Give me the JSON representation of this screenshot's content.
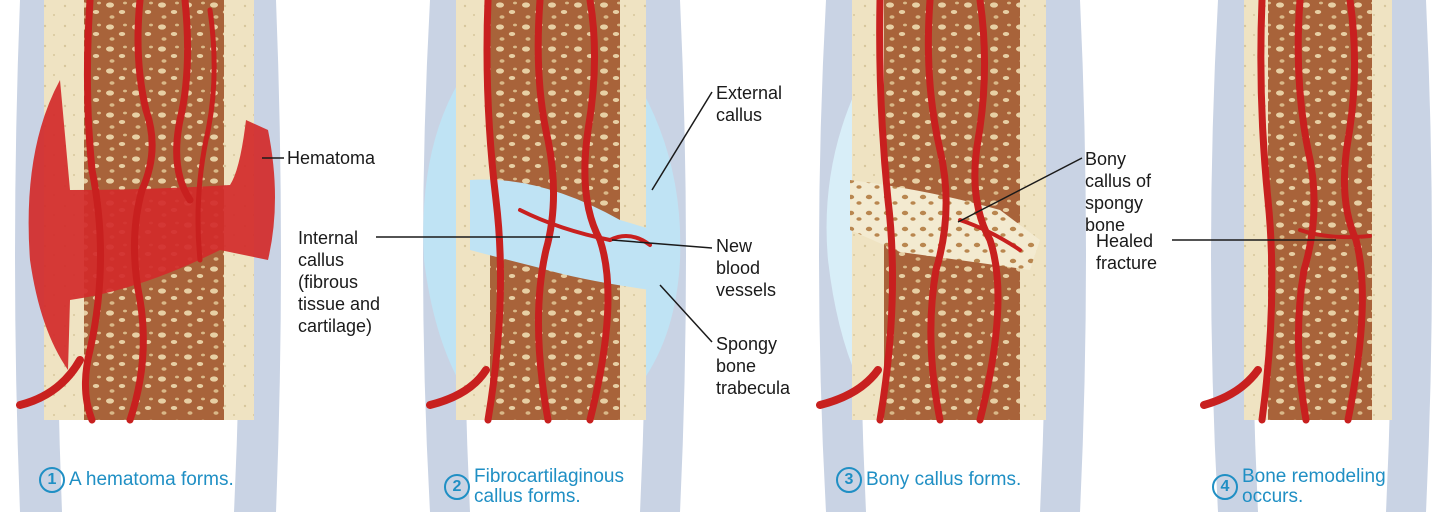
{
  "colors": {
    "vessel": "#c8201f",
    "bone_compact": "#efe3c2",
    "bone_spongy": "#a8633a",
    "periosteum": "#c9d3e4",
    "hematoma": "#d32a2a",
    "fibrocartilage": "#bfe3f4",
    "step_text": "#1f8fc4"
  },
  "panels": [
    {
      "id": "hematoma",
      "labels": [
        "Hematoma"
      ],
      "step": {
        "number": "1",
        "text": "A hematoma forms."
      }
    },
    {
      "id": "fibrocartilaginous",
      "labels": [
        "External\ncallus",
        "Internal\ncallus\n(fibrous\ntissue and\ncartilage)",
        "New\nblood\nvessels",
        "Spongy\nbone\ntrabecula"
      ],
      "step": {
        "number": "2",
        "text": "Fibrocartilaginous\ncallus forms."
      }
    },
    {
      "id": "bony-callus",
      "labels": [
        "Bony\ncallus of\nspongy\nbone"
      ],
      "step": {
        "number": "3",
        "text": "Bony callus forms."
      }
    },
    {
      "id": "remodeling",
      "labels": [
        "Healed\nfracture"
      ],
      "step": {
        "number": "4",
        "text": "Bone remodeling\noccurs."
      }
    }
  ]
}
